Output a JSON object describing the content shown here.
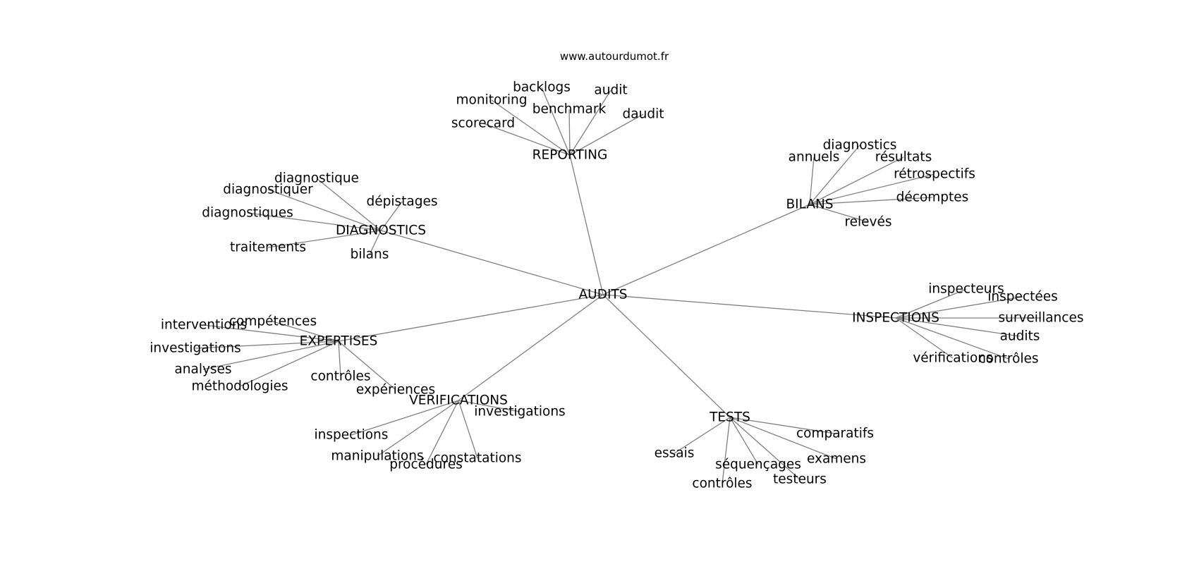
{
  "source": "www.autourdumot.fr",
  "root": {
    "id": "audits",
    "label": "AUDITS"
  },
  "branches": [
    {
      "id": "reporting",
      "label": "REPORTING",
      "leaves": [
        "backlogs",
        "audit",
        "monitoring",
        "benchmark",
        "daudit",
        "scorecard"
      ]
    },
    {
      "id": "bilans",
      "label": "BILANS",
      "leaves": [
        "diagnostics",
        "annuels",
        "résultats",
        "rétrospectifs",
        "décomptes",
        "relevés"
      ]
    },
    {
      "id": "diagnostics",
      "label": "DIAGNOSTICS",
      "leaves": [
        "diagnostique",
        "diagnostiquer",
        "dépistages",
        "diagnostiques",
        "traitements",
        "bilans"
      ]
    },
    {
      "id": "inspections",
      "label": "INSPECTIONS",
      "leaves": [
        "inspecteurs",
        "inspectées",
        "surveillances",
        "audits",
        "vérifications",
        "contrôles"
      ]
    },
    {
      "id": "expertises",
      "label": "EXPERTISES",
      "leaves": [
        "compétences",
        "interventions",
        "investigations",
        "analyses",
        "méthodologies",
        "contrôles",
        "expériences"
      ]
    },
    {
      "id": "verifications",
      "label": "VERIFICATIONS",
      "leaves": [
        "investigations",
        "inspections",
        "manipulations",
        "constatations",
        "procédures"
      ]
    },
    {
      "id": "tests",
      "label": "TESTS",
      "leaves": [
        "comparatifs",
        "essais",
        "examens",
        "séquençages",
        "testeurs",
        "contrôles"
      ]
    }
  ]
}
